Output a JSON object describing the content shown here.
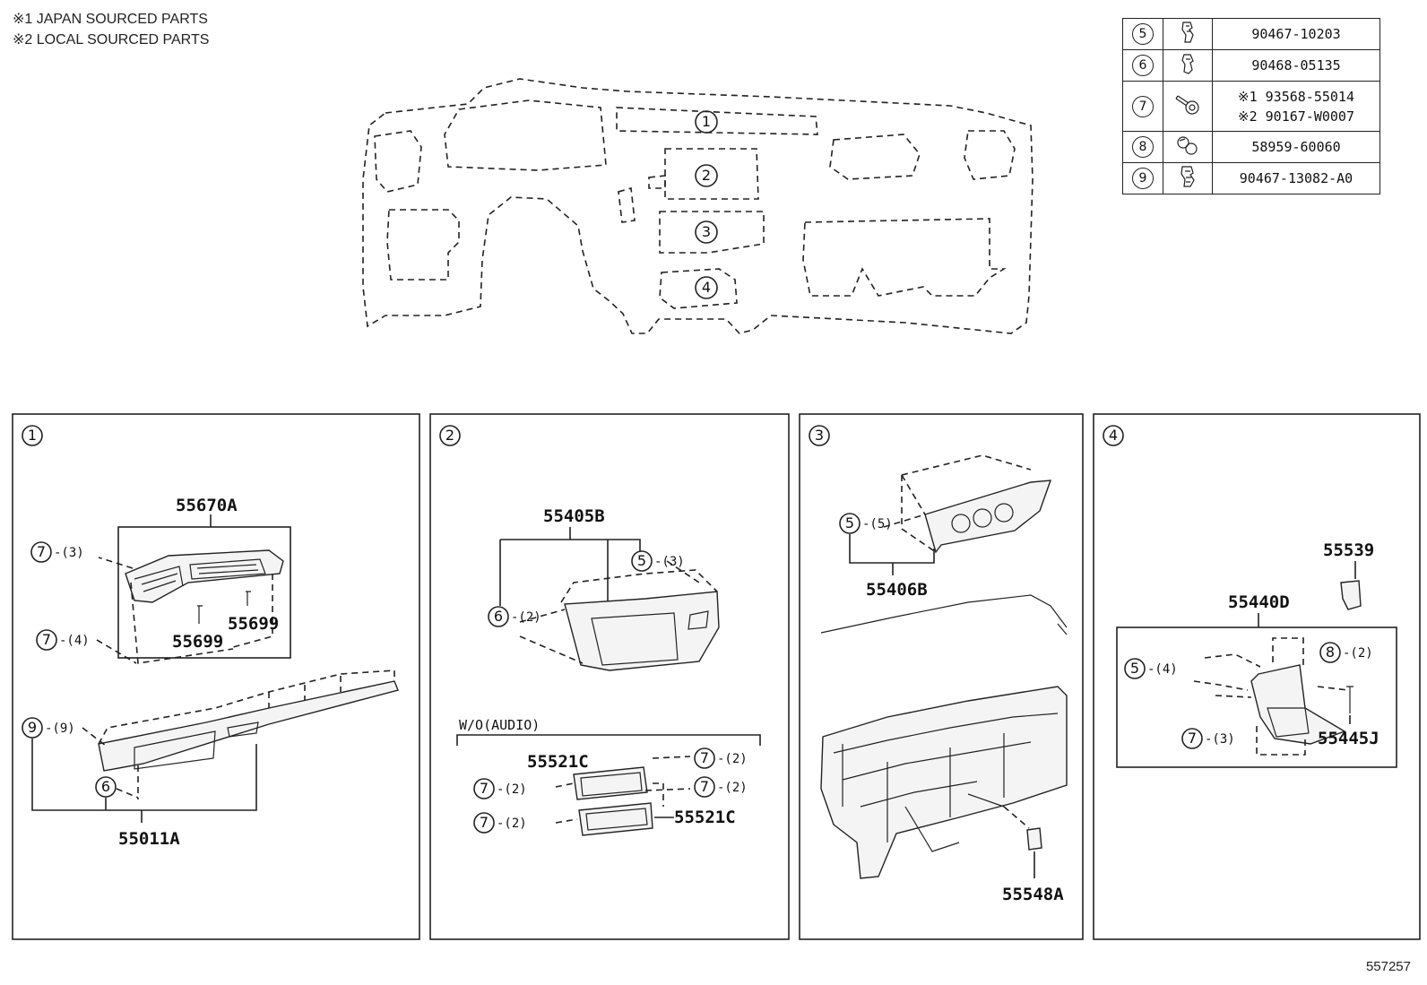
{
  "notes": [
    "※1 JAPAN SOURCED PARTS",
    "※2 LOCAL SOURCED PARTS"
  ],
  "legend": [
    {
      "no": "5",
      "parts": [
        "90467-10203"
      ]
    },
    {
      "no": "6",
      "parts": [
        "90468-05135"
      ]
    },
    {
      "no": "7",
      "parts": [
        "※1 93568-55014",
        "※2 90167-W0007"
      ]
    },
    {
      "no": "8",
      "parts": [
        "58959-60060"
      ]
    },
    {
      "no": "9",
      "parts": [
        "90467-13082-A0"
      ]
    }
  ],
  "overview": {
    "callouts": [
      "1",
      "2",
      "3",
      "4"
    ]
  },
  "panels": {
    "p1": {
      "num": "1",
      "labels": {
        "a": "55670A",
        "b": "55699",
        "c": "55699",
        "d": "55011A"
      },
      "callouts": {
        "c7a": "7",
        "q7a": "-(3)",
        "c7b": "7",
        "q7b": "-(4)",
        "c9": "9",
        "q9": "-(9)",
        "c6": "6"
      }
    },
    "p2": {
      "num": "2",
      "labels": {
        "a": "55405B",
        "b": "55521C",
        "c": "55521C"
      },
      "group": "W/O(AUDIO)",
      "callouts": {
        "c5": "5",
        "q5": "-(3)",
        "c6": "6",
        "q6": "-(2)",
        "c7a": "7",
        "q7a": "-(2)",
        "c7b": "7",
        "q7b": "-(2)",
        "c7c": "7",
        "q7c": "-(2)",
        "c7d": "7",
        "q7d": "-(2)"
      }
    },
    "p3": {
      "num": "3",
      "labels": {
        "a": "55406B",
        "b": "55548A"
      },
      "callouts": {
        "c5": "5",
        "q5": "-(5)"
      }
    },
    "p4": {
      "num": "4",
      "labels": {
        "a": "55539",
        "b": "55440D",
        "c": "55445J"
      },
      "callouts": {
        "c5": "5",
        "q5": "-(4)",
        "c8": "8",
        "q8": "-(2)",
        "c7": "7",
        "q7": "-(3)"
      }
    }
  },
  "diagram_id": "557257"
}
